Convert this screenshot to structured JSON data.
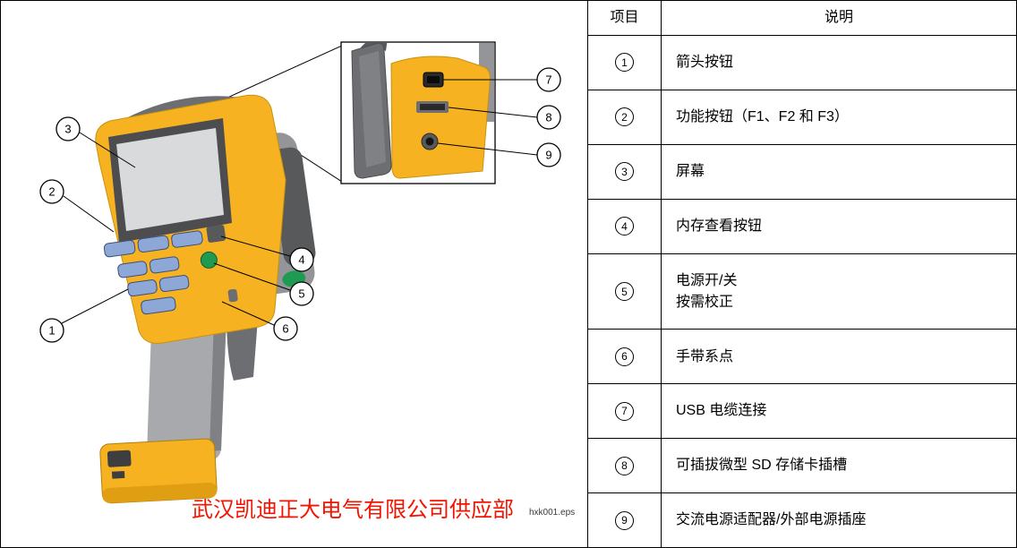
{
  "table": {
    "header": {
      "item": "项目",
      "description": "说明"
    },
    "rows": [
      {
        "num": "1",
        "desc": "箭头按钮"
      },
      {
        "num": "2",
        "desc": "功能按钮（F1、F2 和 F3）"
      },
      {
        "num": "3",
        "desc": "屏幕"
      },
      {
        "num": "4",
        "desc": "内存查看按钮"
      },
      {
        "num": "5",
        "desc": "电源开/关",
        "desc2": "按需校正"
      },
      {
        "num": "6",
        "desc": "手带系点"
      },
      {
        "num": "7",
        "desc": "USB 电缆连接"
      },
      {
        "num": "8",
        "desc": "可插拔微型 SD 存储卡插槽"
      },
      {
        "num": "9",
        "desc": "交流电源适配器/外部电源插座"
      }
    ]
  },
  "diagram": {
    "callouts": [
      "1",
      "2",
      "3",
      "4",
      "5",
      "6",
      "7",
      "8",
      "9"
    ],
    "watermark": "武汉凯迪正大电气有限公司供应部",
    "filename": "hxk001.eps"
  },
  "colors": {
    "body_yellow": "#f6b221",
    "grip_gray": "#a7a9ac",
    "dark_gray": "#58595b",
    "mid_gray": "#808184",
    "button_blue": "#8da7d6",
    "power_green": "#1f9a53",
    "screen_gray": "#d9dadb",
    "watermark_red": "#f21400",
    "border_black": "#000000"
  }
}
